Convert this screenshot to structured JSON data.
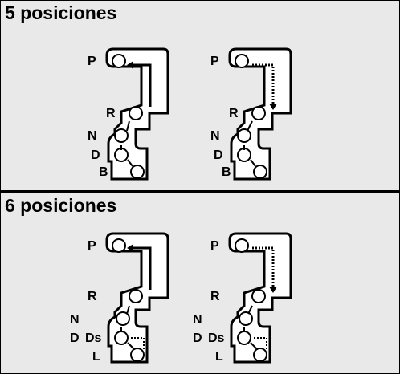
{
  "panels": [
    {
      "title": "5 posiciones",
      "gates": [
        {
          "labels": [
            "P",
            "R",
            "N",
            "D",
            "B"
          ],
          "park_arrow_style": "solid"
        },
        {
          "labels": [
            "P",
            "R",
            "N",
            "D",
            "B"
          ],
          "park_arrow_style": "dotted"
        }
      ]
    },
    {
      "title": "6 posiciones",
      "gates": [
        {
          "labels": [
            "P",
            "R",
            "N",
            "D",
            "Ds",
            "L"
          ],
          "park_arrow_style": "solid"
        },
        {
          "labels": [
            "P",
            "R",
            "N",
            "D",
            "Ds",
            "L"
          ],
          "park_arrow_style": "dotted"
        }
      ]
    }
  ],
  "colors": {
    "background": "#e9e9e9",
    "ink": "#000000",
    "gate_fill": "#ffffff"
  }
}
